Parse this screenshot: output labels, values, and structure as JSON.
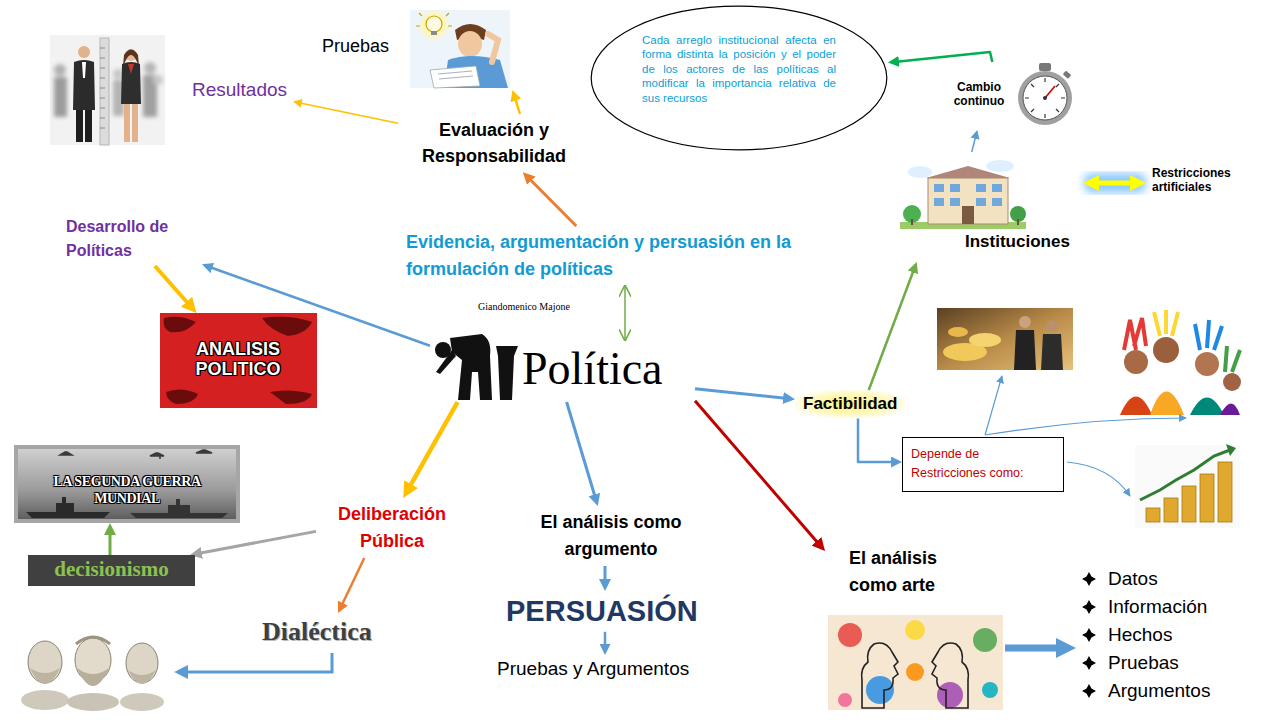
{
  "diagram": {
    "nodes": [
      {
        "text": [
          "Pruebas"
        ]
      },
      {
        "text": [
          "Cada arreglo institucional afecta en forma distinta la posición y el poder de los actores de las políticas al modificar la importancia relativa de sus recursos"
        ]
      },
      {
        "text": [
          "Cambio continuo"
        ]
      },
      {
        "text": [
          "Resultados"
        ]
      },
      {
        "text": [
          "Evaluación y Responsabilidad"
        ]
      },
      {
        "text": [
          "Restricciones artificiales"
        ]
      },
      {
        "text": [
          "Instituciones"
        ]
      },
      {
        "text": [
          "Desarrollo de Políticas"
        ]
      },
      {
        "text": [
          "Evidencia, argumentación y persuasión en la formulación de políticas"
        ]
      },
      {
        "text": [
          "ANALISIS POLITICO"
        ]
      },
      {
        "text": [
          "Política"
        ]
      },
      {
        "text": [
          "Factibilidad"
        ]
      },
      {
        "text": [
          "Depende de Restricciones como:"
        ]
      },
      {
        "text": [
          "LA SEGUNDA GUERRA MUNDIAL"
        ]
      },
      {
        "text": [
          "Deliberación Pública"
        ]
      },
      {
        "text": [
          "El análisis como argumento"
        ]
      },
      {
        "text": [
          "El análisis como arte"
        ]
      },
      {
        "text": [
          "decisionismo"
        ]
      },
      {
        "text": [
          "PERSUASIÓN"
        ]
      },
      {
        "text": [
          "Datos",
          "Información",
          "Hechos",
          "Pruebas",
          "Argumentos"
        ]
      },
      {
        "text": [
          "Dialéctica"
        ]
      },
      {
        "text": [
          "Pruebas y Argumentos"
        ]
      }
    ],
    "edges": [
      {
        "from": 10,
        "to": 7,
        "arrow": "to"
      },
      {
        "from": 7,
        "to": 9,
        "arrow": "to"
      },
      {
        "from": 8,
        "to": 4,
        "arrow": "to"
      },
      {
        "from": 4,
        "to": 3,
        "arrow": "to"
      },
      {
        "from": 4,
        "to": 0,
        "arrow": "to"
      },
      {
        "from": 8,
        "to": 10,
        "arrow": "both"
      },
      {
        "from": 10,
        "to": 11,
        "arrow": "to"
      },
      {
        "from": 11,
        "to": 6,
        "arrow": "to"
      },
      {
        "from": 6,
        "to": 2,
        "arrow": "to"
      },
      {
        "from": 2,
        "to": 1,
        "arrow": "to"
      },
      {
        "from": 6,
        "to": 5,
        "arrow": "both"
      },
      {
        "from": 11,
        "to": 12,
        "arrow": "to"
      },
      {
        "from": 10,
        "to": 14,
        "arrow": "to"
      },
      {
        "from": 14,
        "to": 17,
        "arrow": "to"
      },
      {
        "from": 17,
        "to": 13,
        "arrow": "to"
      },
      {
        "from": 14,
        "to": 20,
        "arrow": "to"
      },
      {
        "from": 10,
        "to": 15,
        "arrow": "to"
      },
      {
        "from": 15,
        "to": 18,
        "arrow": "to"
      },
      {
        "from": 18,
        "to": 21,
        "arrow": "to"
      },
      {
        "from": 10,
        "to": 16,
        "arrow": "to"
      },
      {
        "from": 16,
        "to": 19,
        "arrow": "to"
      }
    ],
    "labels": [
      "Giandomenico Majone"
    ]
  }
}
